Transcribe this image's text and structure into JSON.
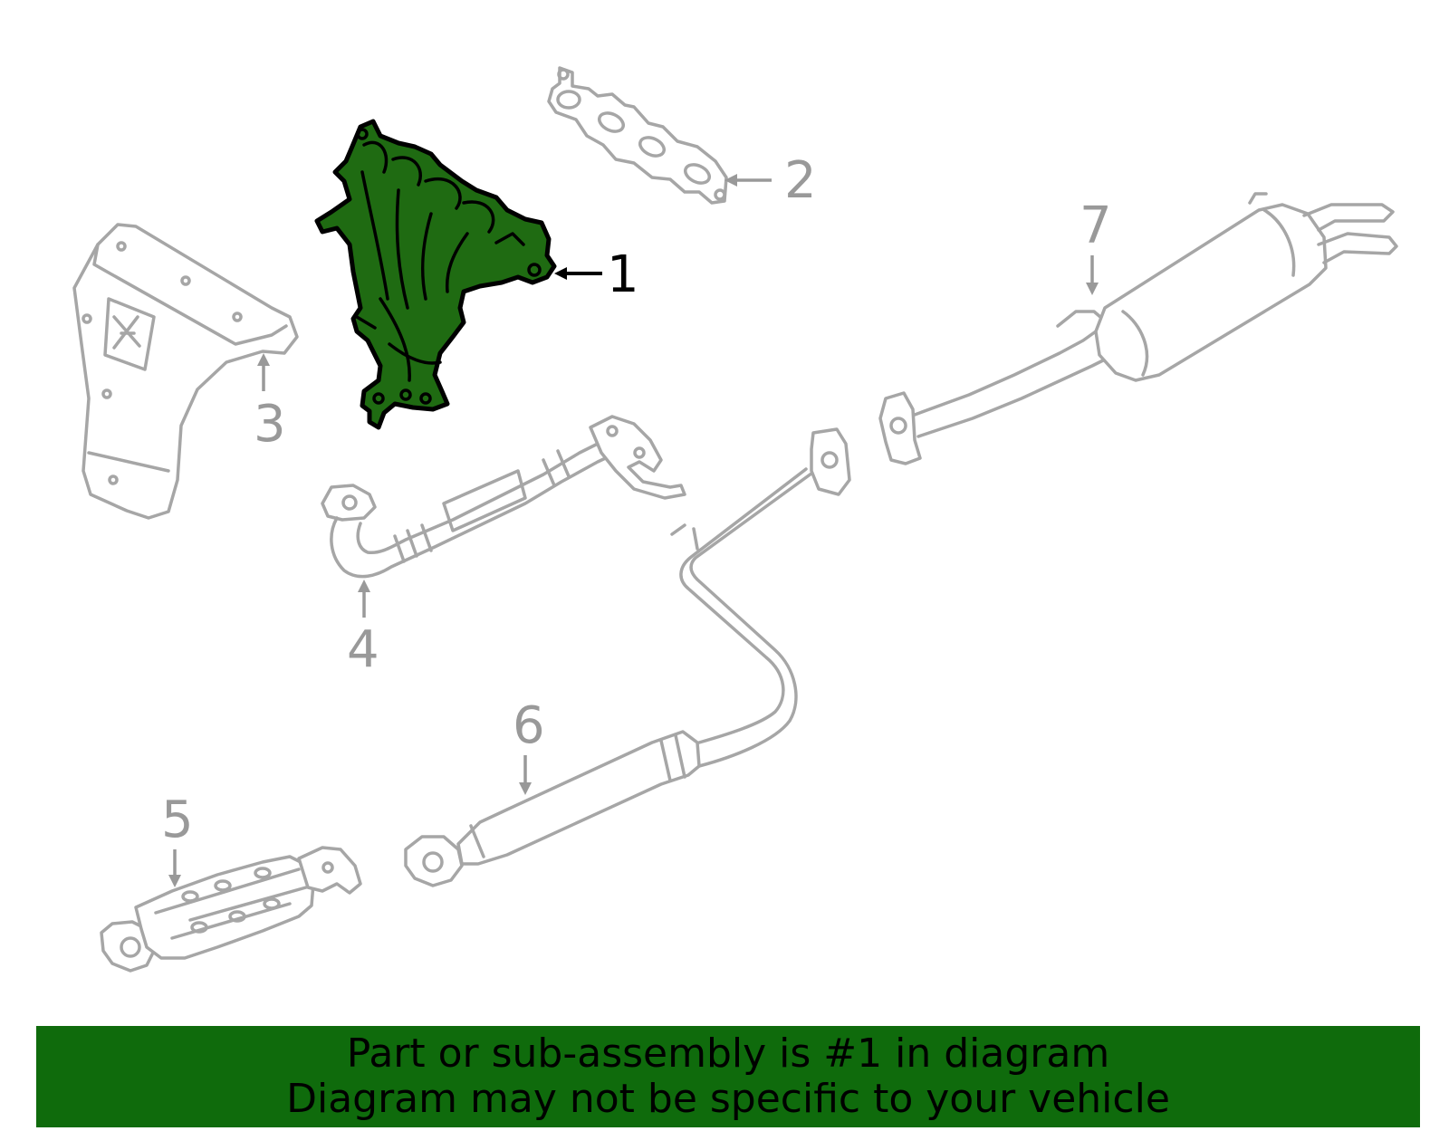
{
  "diagram": {
    "highlight_color": "#1f6b12",
    "callouts": [
      {
        "number": "1",
        "part": "exhaust-manifold",
        "active": true
      },
      {
        "number": "2",
        "part": "manifold-gasket",
        "active": false
      },
      {
        "number": "3",
        "part": "heat-shield",
        "active": false
      },
      {
        "number": "4",
        "part": "front-pipe",
        "active": false
      },
      {
        "number": "5",
        "part": "catalytic-converter",
        "active": false
      },
      {
        "number": "6",
        "part": "intermediate-pipe",
        "active": false
      },
      {
        "number": "7",
        "part": "muffler",
        "active": false
      }
    ]
  },
  "banner": {
    "background_color": "#0f6b0c",
    "line1": "Part or sub-assembly is #1 in diagram",
    "line2": "Diagram may not be specific to your vehicle"
  }
}
